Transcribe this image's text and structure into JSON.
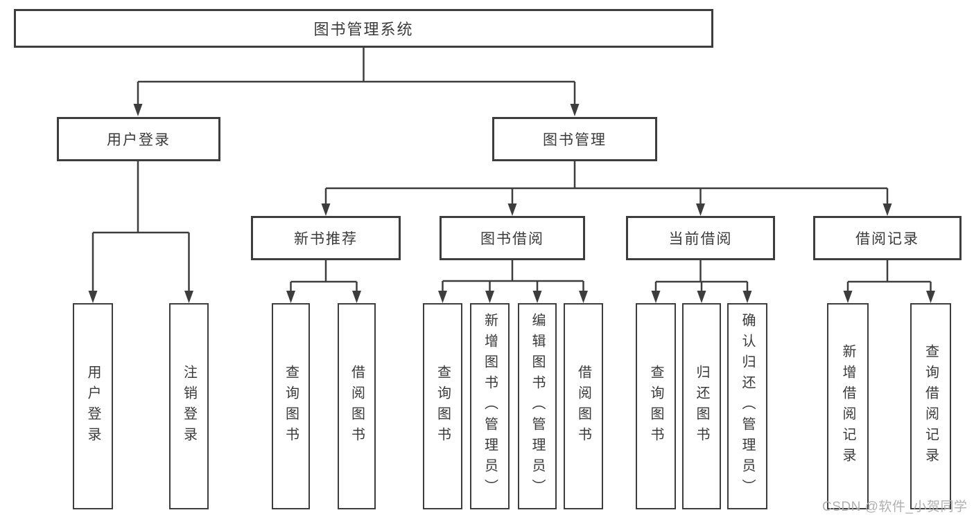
{
  "root_label": "图书管理系统",
  "level2": {
    "user_login": "用户登录",
    "book_management": "图书管理"
  },
  "level3": {
    "new_book_recommend": "新书推荐",
    "book_borrowing": "图书借阅",
    "current_borrowing": "当前借阅",
    "borrowing_records": "借阅记录"
  },
  "leaves": {
    "user_login": "用户登录",
    "logout": "注销登录",
    "recommend_query_books": "查询图书",
    "recommend_borrow_books": "借阅图书",
    "borrowing_query_books": "查询图书",
    "borrowing_add_books": "新增图书（管理员）",
    "borrowing_edit_books": "编辑图书（管理员）",
    "borrowing_borrow_books": "借阅图书",
    "current_query_books": "查询图书",
    "current_return_books": "归还图书",
    "current_confirm_return": "确认归还（管理员）",
    "records_add_record": "新增借阅记录",
    "records_query_record": "查询借阅记录"
  },
  "watermark": "CSDN @软件_小贺同学",
  "colors": {
    "line": "#3d3d3d",
    "text": "#3a3a3a",
    "watermark": "#b0b0b0",
    "background": "#ffffff"
  }
}
